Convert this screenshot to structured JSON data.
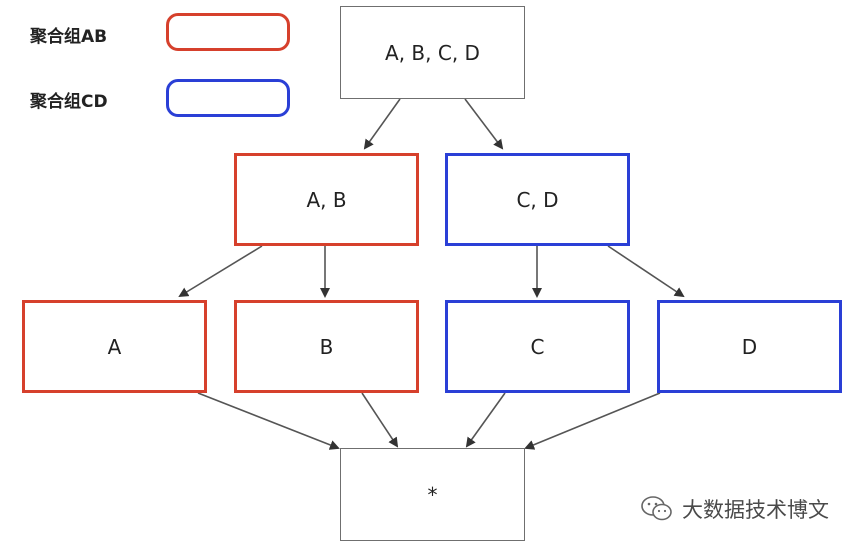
{
  "legend": [
    {
      "label": "聚合组AB",
      "color": "#d6402c"
    },
    {
      "label": "聚合组CD",
      "color": "#2a3fd6"
    }
  ],
  "nodes": {
    "abcd": "A, B, C, D",
    "ab": "A, B",
    "cd": "C, D",
    "a": "A",
    "b": "B",
    "c": "C",
    "d": "D",
    "star": "*"
  },
  "watermark": {
    "text": "大数据技术博文",
    "icon": "wechat-icon"
  }
}
